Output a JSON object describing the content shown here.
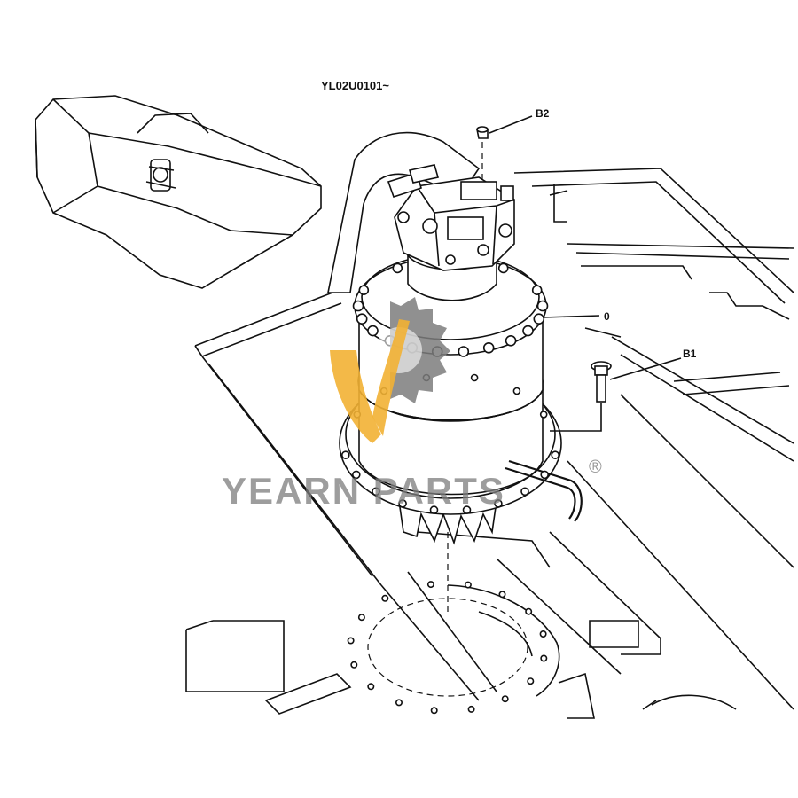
{
  "diagram": {
    "serial_range": "YL02U0101~",
    "callouts": [
      {
        "id": "b2",
        "label": "B2"
      },
      {
        "id": "zero",
        "label": "0"
      },
      {
        "id": "b1",
        "label": "B1"
      }
    ]
  },
  "watermark": {
    "brand": "YEARN PARTS",
    "registered_mark": "®",
    "colors": {
      "gold": "#f2b134",
      "gray": "#7d7d7d"
    }
  }
}
